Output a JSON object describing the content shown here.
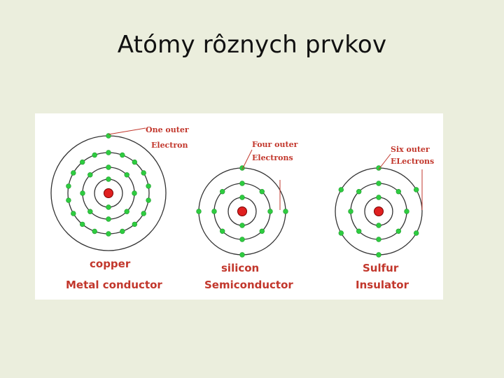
{
  "slide": {
    "title": "Atómy rôznych prvkov"
  },
  "colors": {
    "background": "#ebeedd",
    "orbit": "#333333",
    "electron": "#2ecc40",
    "nucleus": "#e02020",
    "label": "#c2372c"
  },
  "atoms": [
    {
      "element": "copper",
      "type": "Metal conductor",
      "note_line1": "One outer",
      "note_line2": "Electron",
      "electrons_per_shell": [
        2,
        8,
        18,
        1
      ]
    },
    {
      "element": "silicon",
      "type": "Semiconductor",
      "note_line1": "Four outer",
      "note_line2": "Electrons",
      "electrons_per_shell": [
        2,
        8,
        4
      ]
    },
    {
      "element": "Sulfur",
      "type": "Insulator",
      "note_line1": "Six outer",
      "note_line2": "ELectrons",
      "electrons_per_shell": [
        2,
        8,
        6
      ]
    }
  ]
}
